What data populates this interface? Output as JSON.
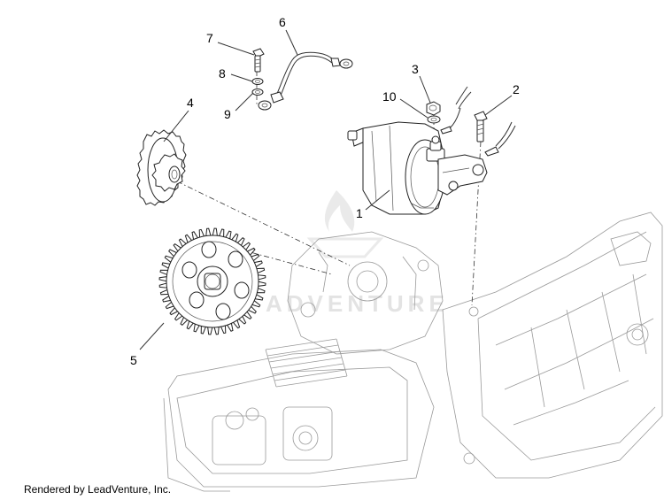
{
  "diagram": {
    "callouts": [
      "1",
      "2",
      "3",
      "4",
      "5",
      "6",
      "7",
      "8",
      "9",
      "10"
    ],
    "watermark": "ADVENTURE",
    "credit": "Rendered by LeadVenture, Inc."
  }
}
